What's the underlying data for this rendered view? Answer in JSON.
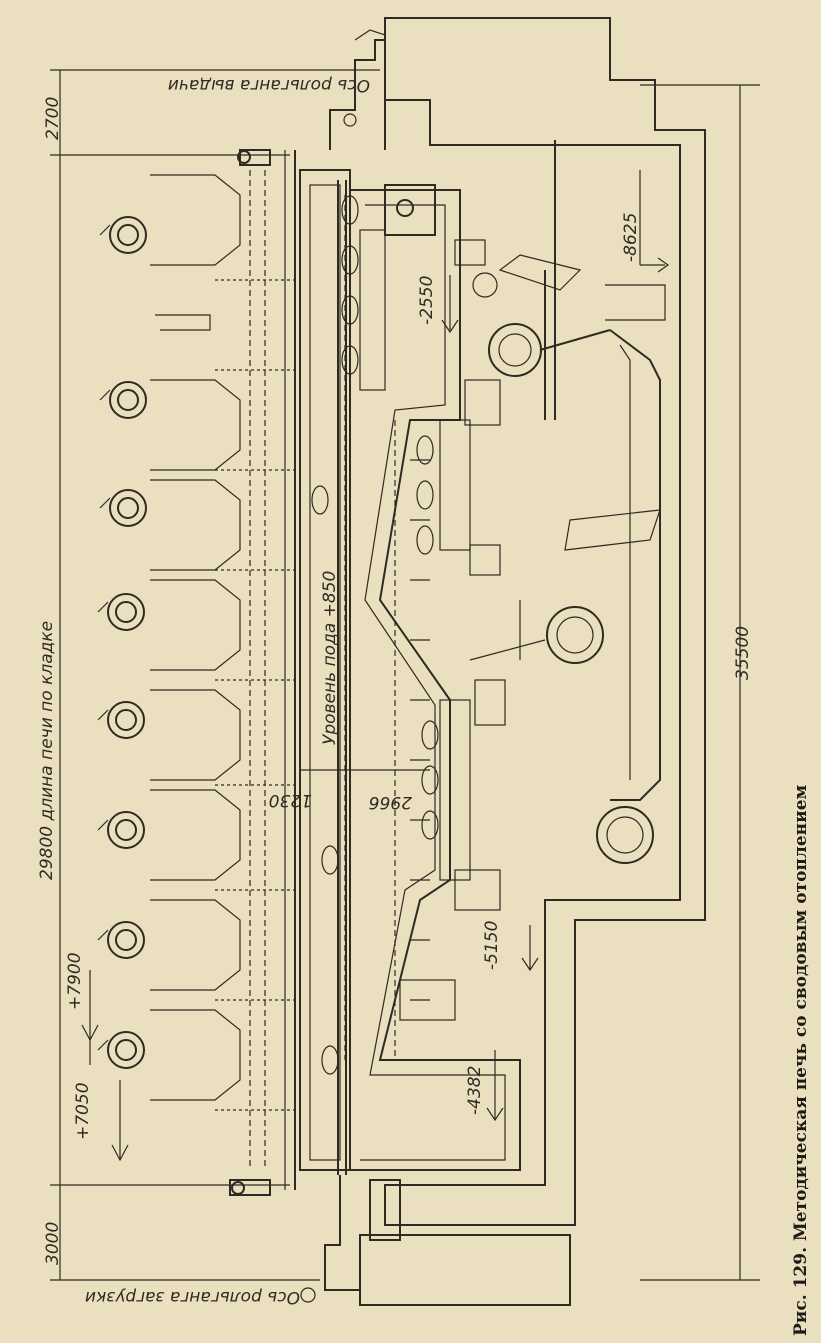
{
  "caption": "Рис. 129. Методическая печь со сводовым отоплением",
  "labels": {
    "axis_unload": "Ось рольганга выдачи",
    "axis_load": "Ось рольганга загрузки",
    "furnace_length": "29800 длина печи по кладке",
    "hearth_level": "Уровень пода +850",
    "total_length": "35500",
    "dim_2700": "2700",
    "dim_3000": "3000",
    "elev_7900": "+7900",
    "elev_7050": "+7050",
    "dim_1230": "1230",
    "dim_2966": "2966",
    "elev_m2550": "-2550",
    "elev_m8625": "-8625",
    "elev_m5150": "-5150",
    "elev_m4382": "-4382"
  },
  "colors": {
    "paper": "#eadfbf",
    "ink": "#2f2a22"
  }
}
